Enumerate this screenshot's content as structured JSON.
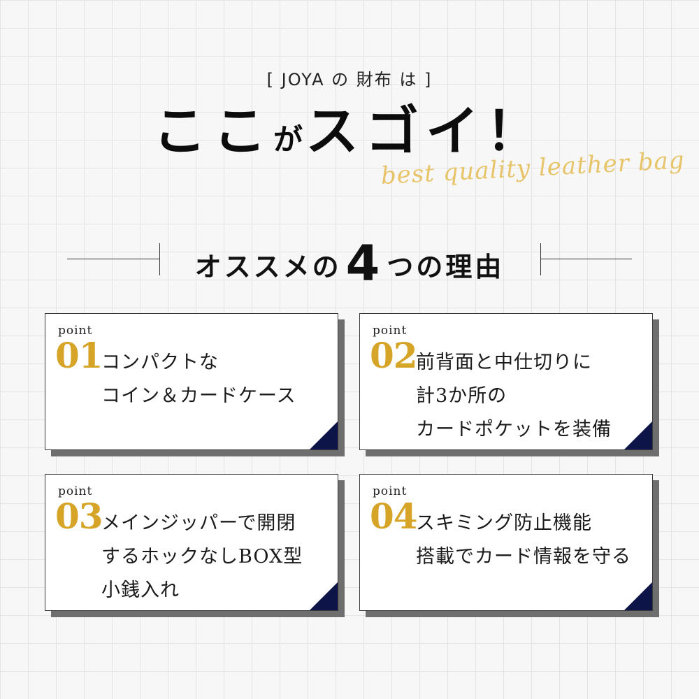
{
  "header": {
    "pre_title": "[ JOYA の 財布 は ]",
    "title_part1": "ここ",
    "title_particle": "が",
    "title_part2": "スゴイ！",
    "script_text": "best quality leather bag"
  },
  "reasons": {
    "heading_before": "オススメの",
    "heading_number": "4",
    "heading_after": "つの理由"
  },
  "points": [
    {
      "label": "point",
      "number": "01",
      "lines": [
        "コンパクトな",
        "コイン＆カードケース"
      ]
    },
    {
      "label": "point",
      "number": "02",
      "lines": [
        "前背面と中仕切りに",
        "計3か所の",
        "カードポケットを装備"
      ]
    },
    {
      "label": "point",
      "number": "03",
      "lines": [
        "メインジッパーで開閉",
        "するホックなしBOX型",
        "小銭入れ"
      ]
    },
    {
      "label": "point",
      "number": "04",
      "lines": [
        "スキミング防止機能",
        "搭載でカード情報を守る"
      ]
    }
  ],
  "colors": {
    "accent_gold": "#d6a427",
    "script_gold": "#e8c468",
    "corner_navy": "#0d1448",
    "card_shadow": "#6e6e6e"
  }
}
